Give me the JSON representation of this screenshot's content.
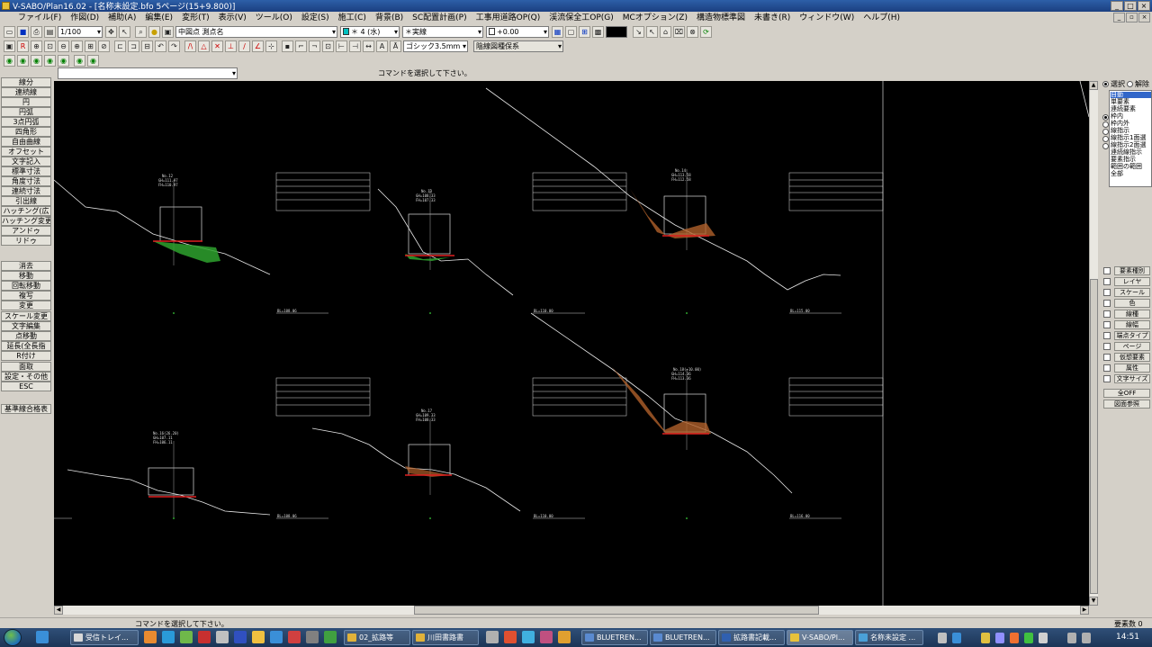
{
  "window": {
    "title": "V-SABO/Plan16.02 - [名称未設定.bfo 5ページ(15+9.800)]"
  },
  "menu": [
    "ファイル(F)",
    "作図(D)",
    "補助(A)",
    "編集(E)",
    "変形(T)",
    "表示(V)",
    "ツール(O)",
    "設定(S)",
    "施工(C)",
    "背景(B)",
    "SC配置計画(P)",
    "工事用道路OP(Q)",
    "渓流保全工OP(G)",
    "MCオプション(Z)",
    "構造物標準図",
    "未書き(R)",
    "ウィンドウ(W)",
    "ヘルプ(H)"
  ],
  "toolbar": {
    "scale": "1/100",
    "layer_name": "中図点 測点名",
    "color_value": "＊ 4 (水)",
    "linetype": "＊実線",
    "lineweight": "+0.00",
    "font": "ゴシック3.5mm",
    "hatch_mode": "陰線図種保系"
  },
  "command": {
    "prompt": "コマンドを選択して下さい。",
    "combo_value": ""
  },
  "left_commands": [
    "線分",
    "連続線",
    "円",
    "円弧",
    "3点円弧",
    "四角形",
    "自由曲線",
    "オフセット",
    "文字記入",
    "標準寸法",
    "角度寸法",
    "連続寸法",
    "引出線",
    "ハッチング(広",
    "ハッチング変更",
    "アンドゥ",
    "リドゥ",
    "消去",
    "移動",
    "回転移動",
    "複写",
    "変更",
    "スケール変更",
    "文字編集",
    "点移動",
    "延長(全長指",
    "R付け",
    "面取",
    "設定・その他",
    "ESC",
    "基準線合格表"
  ],
  "right_panel": {
    "select_label": "選択",
    "release_label": "解除",
    "select_list": [
      "自動",
      "単要素",
      "連続要素",
      "枠内",
      "枠内外",
      "線指示",
      "線指示1面選",
      "線指示2面選",
      "連続線指示",
      "要素指示",
      "範囲の範囲",
      "全部"
    ],
    "filters": [
      "要素種別",
      "レイヤ",
      "スケール",
      "色",
      "線種",
      "線幅",
      "端点タイプ",
      "ページ",
      "仮想要素",
      "属性",
      "文字サイズ"
    ],
    "all_off": "全OFF",
    "reference": "図面参照"
  },
  "status": {
    "text": "コマンドを選択して下さい。",
    "count_label": "要素数",
    "count": "0"
  },
  "taskbar": {
    "tasks": [
      "受信トレイ...",
      "02_拡路等",
      "川田書路書",
      "BLUETREN...",
      "BLUETREN...",
      "拡路書記載...",
      "V-SABO/Pl...",
      "名称未設定 ..."
    ],
    "clock": "14:51"
  },
  "drawing": {
    "sections": [
      {
        "label": "No.12",
        "h1": "GH=111.97",
        "h2": "FH=110.97",
        "bl": "BL=108.06"
      },
      {
        "label": "No.13",
        "h1": "GH=108.33",
        "h2": "FH=107.33",
        "bl": "BL=110.00"
      },
      {
        "label": "No.14",
        "h1": "GH=113.58",
        "h2": "FH=112.58",
        "bl": "BL=115.00"
      },
      {
        "label": "No.16(26.20)",
        "h1": "GH=107.11",
        "h2": "FH=106.11",
        "bl": "BL=108.06"
      },
      {
        "label": "No.17",
        "h1": "GH=109.33",
        "h2": "FH=108.33",
        "bl": "BL=110.00"
      },
      {
        "label": "No.18(+10.00)",
        "h1": "GH=114.36",
        "h2": "FH=113.36",
        "bl": "BL=116.00"
      }
    ]
  },
  "colors": {
    "canvas": "#000000",
    "cut_fill": "#2ea22e",
    "base_line": "#e02020",
    "hatch": "#b0602a"
  }
}
